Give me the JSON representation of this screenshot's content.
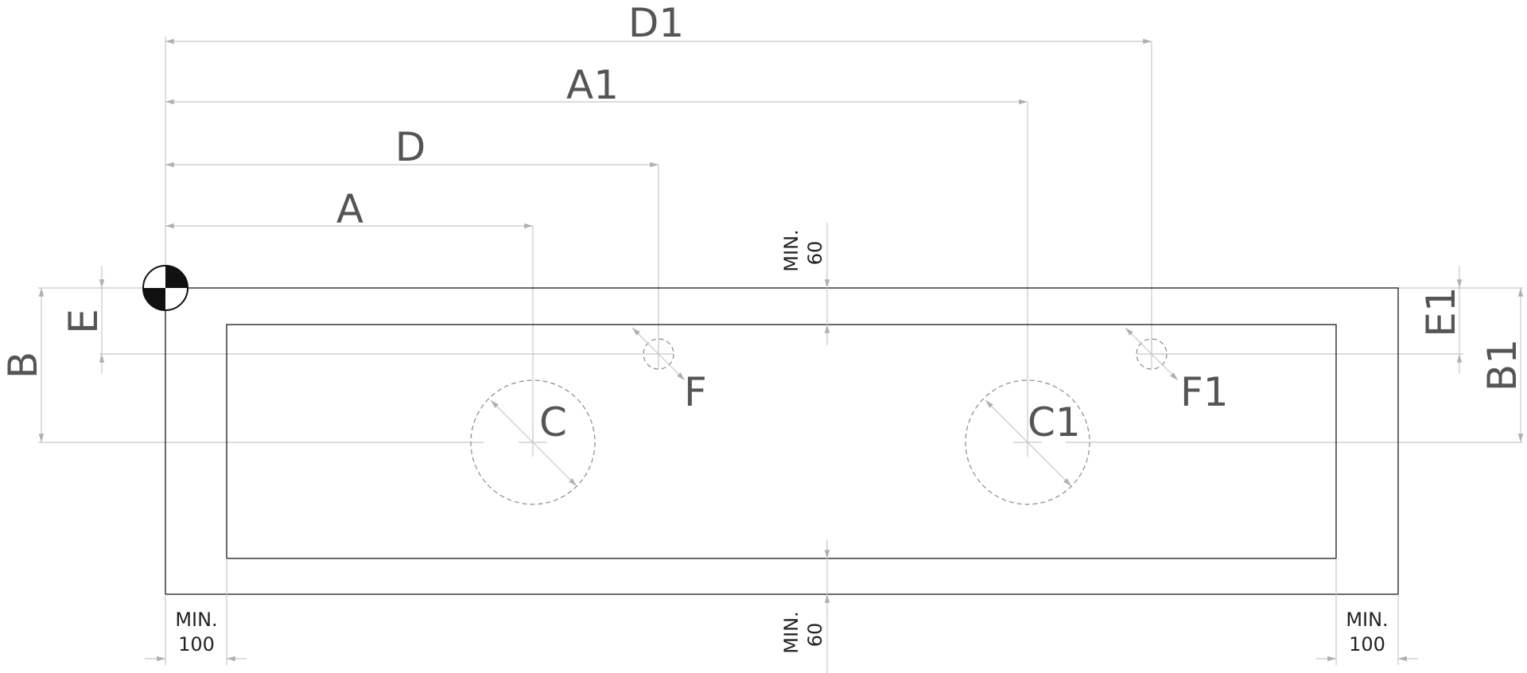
{
  "dimensions": {
    "D1": "D1",
    "A1": "A1",
    "D": "D",
    "A": "A",
    "B": "B",
    "E": "E",
    "B1": "B1",
    "E1": "E1"
  },
  "holes": {
    "C": "C",
    "C1": "C1",
    "F": "F",
    "F1": "F1"
  },
  "notes": {
    "min_label": "MIN.",
    "min_60": "60",
    "min_100": "100"
  }
}
